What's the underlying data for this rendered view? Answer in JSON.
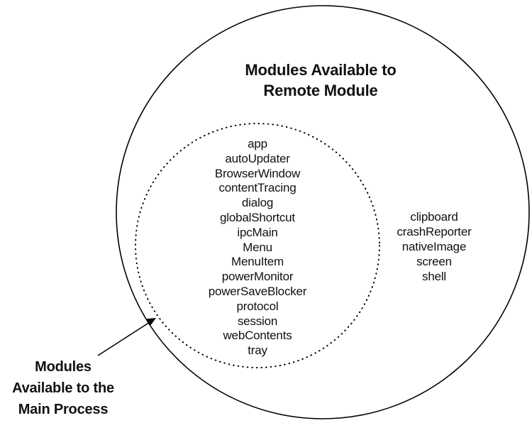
{
  "diagram": {
    "title": {
      "line1": "Modules Available to",
      "line2": "Remote Module"
    },
    "inner_circle": {
      "modules": [
        "app",
        "autoUpdater",
        "BrowserWindow",
        "contentTracing",
        "dialog",
        "globalShortcut",
        "ipcMain",
        "Menu",
        "MenuItem",
        "powerMonitor",
        "powerSaveBlocker",
        "protocol",
        "session",
        "webContents",
        "tray"
      ]
    },
    "outer_circle": {
      "modules": [
        "clipboard",
        "crashReporter",
        "nativeImage",
        "screen",
        "shell"
      ]
    },
    "callout": {
      "line1": "Modules",
      "line2": "Available to the",
      "line3": "Main Process"
    },
    "colors": {
      "stroke": "#000000",
      "text": "#111111",
      "background": "#ffffff"
    }
  }
}
